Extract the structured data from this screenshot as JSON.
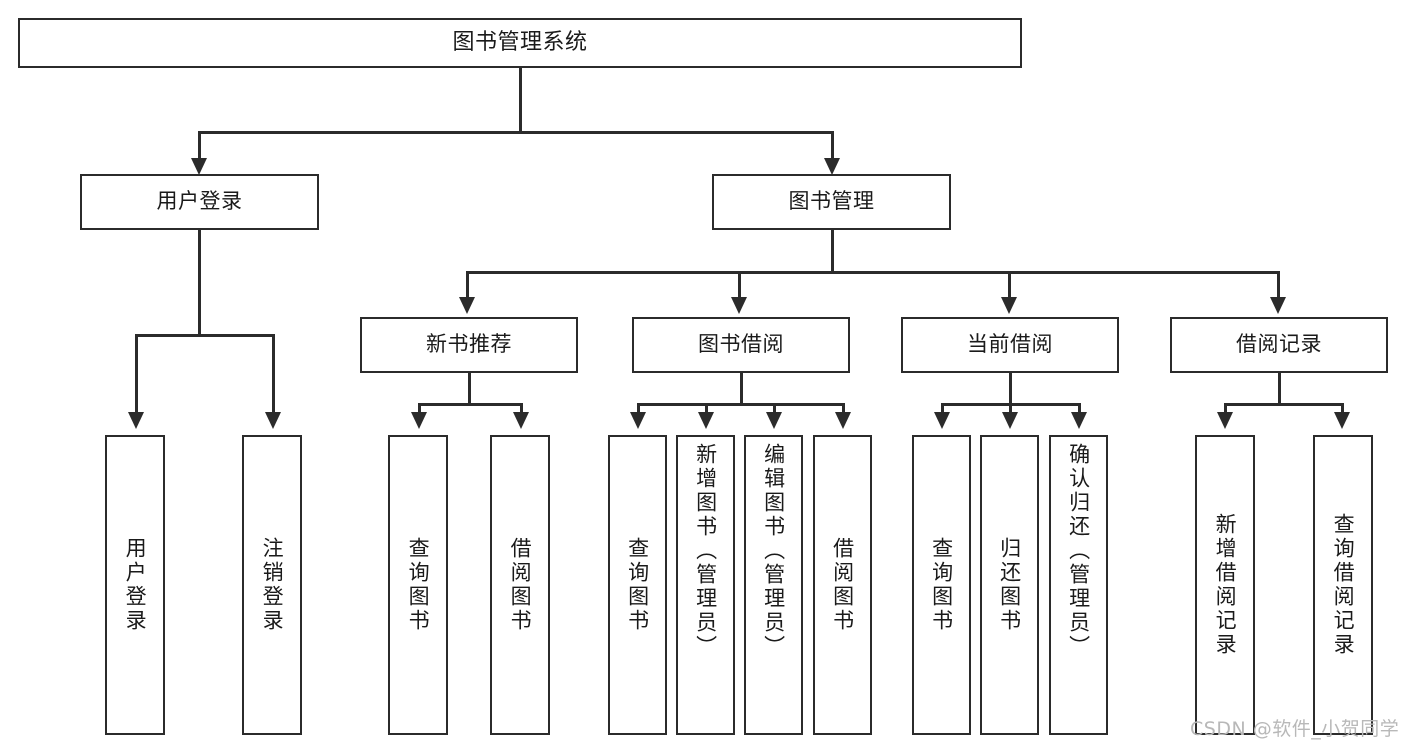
{
  "diagram": {
    "title": "图书管理系统",
    "type": "hierarchy-tree",
    "root": {
      "label": "图书管理系统"
    },
    "level1": [
      {
        "label": "用户登录"
      },
      {
        "label": "图书管理"
      }
    ],
    "level2": [
      {
        "label": "新书推荐"
      },
      {
        "label": "图书借阅"
      },
      {
        "label": "当前借阅"
      },
      {
        "label": "借阅记录"
      }
    ],
    "leaves": {
      "user_login": [
        {
          "label": "用户登录"
        },
        {
          "label": "注销登录"
        }
      ],
      "new_book_recommend": [
        {
          "label": "查询图书"
        },
        {
          "label": "借阅图书"
        }
      ],
      "book_borrow": [
        {
          "label": "查询图书"
        },
        {
          "label": "新增图书（管理员）"
        },
        {
          "label": "编辑图书（管理员）"
        },
        {
          "label": "借阅图书"
        }
      ],
      "current_borrow": [
        {
          "label": "查询图书"
        },
        {
          "label": "归还图书"
        },
        {
          "label": "确认归还（管理员）"
        }
      ],
      "borrow_record": [
        {
          "label": "新增借阅记录"
        },
        {
          "label": "查询借阅记录"
        }
      ]
    }
  },
  "watermark": {
    "text": "CSDN @软件_小贺同学"
  },
  "colors": {
    "stroke": "#2b2b2b",
    "background": "#ffffff",
    "text": "#1a1a1a",
    "watermark": "#b8b8b8"
  }
}
